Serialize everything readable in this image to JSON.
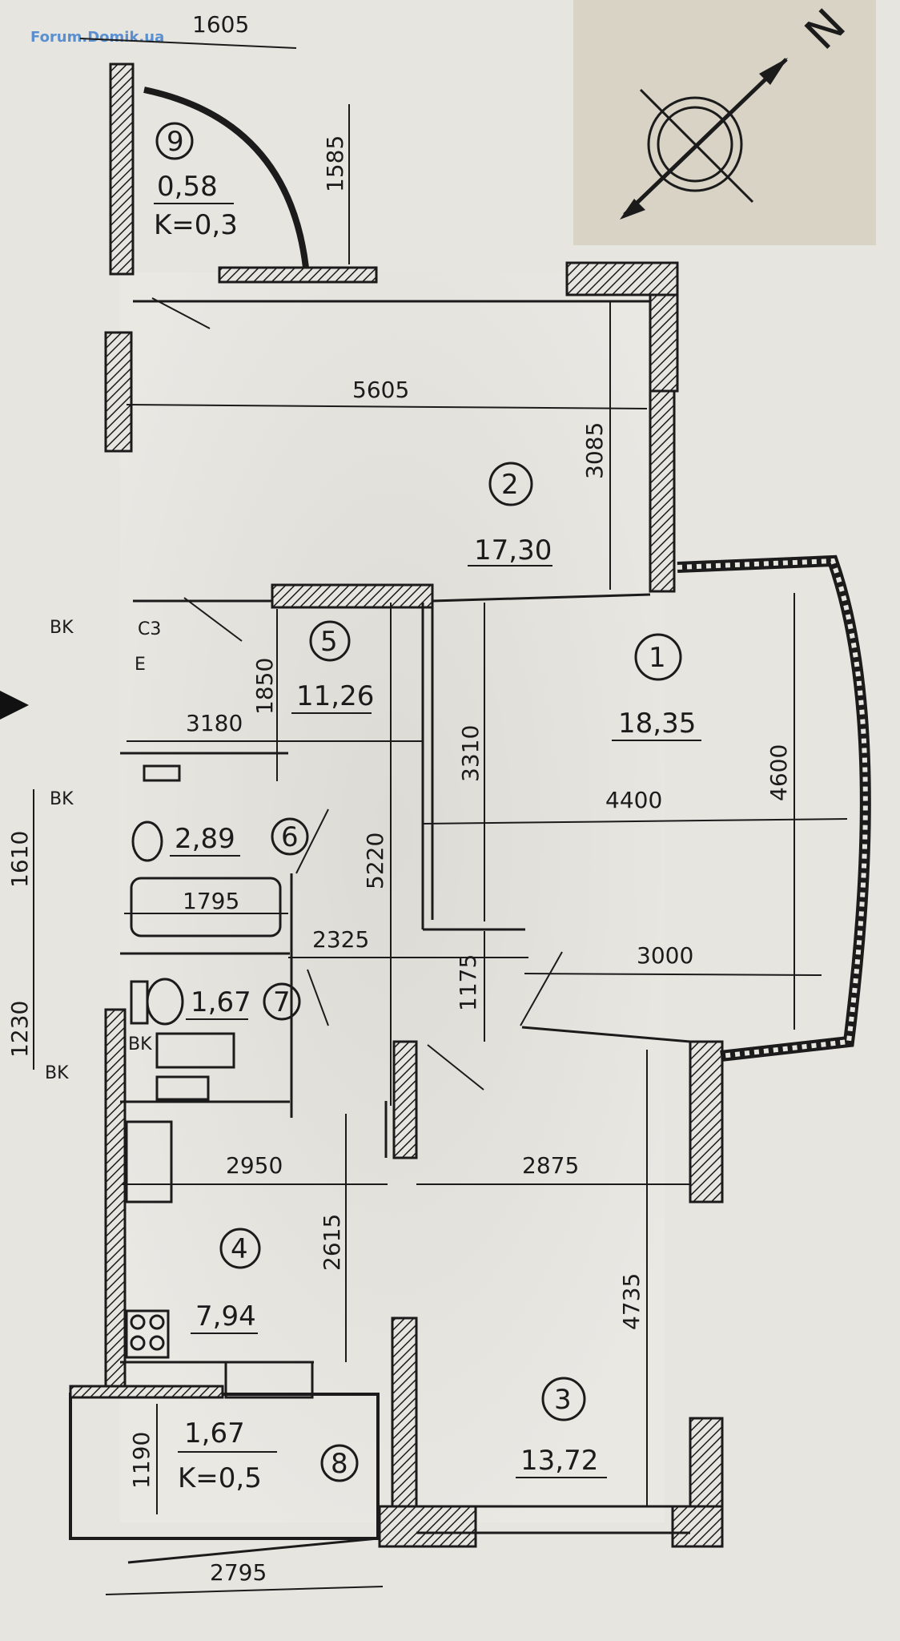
{
  "watermark": "Forum.Domik.ua",
  "compass": {
    "label": "N"
  },
  "rooms": [
    {
      "number": "1",
      "area": "18,35"
    },
    {
      "number": "2",
      "area": "17,30"
    },
    {
      "number": "3",
      "area": "13,72"
    },
    {
      "number": "4",
      "area": "7,94"
    },
    {
      "number": "5",
      "area": "11,26"
    },
    {
      "number": "6",
      "area": "2,89"
    },
    {
      "number": "7",
      "area": "1,67"
    },
    {
      "number": "8",
      "area": "1,67",
      "coef": "K=0,5"
    },
    {
      "number": "9",
      "area": "0,58",
      "coef": "K=0,3"
    }
  ],
  "dimensions": {
    "top_1605": "1605",
    "v_1585": "1585",
    "h_5605": "5605",
    "v_3085": "3085",
    "h_3180": "3180",
    "v_1850": "1850",
    "v_3310": "3310",
    "h_4400": "4400",
    "v_4600": "4600",
    "v_5220": "5220",
    "h_1795": "1795",
    "h_2325": "2325",
    "h_3000": "3000",
    "v_1175": "1175",
    "v_1610": "1610",
    "v_1230": "1230",
    "h_2950": "2950",
    "h_2875": "2875",
    "v_2615": "2615",
    "v_4735": "4735",
    "v_1190": "1190",
    "h_2795": "2795"
  },
  "tags": {
    "vk1": "BK",
    "vk2": "BK",
    "vk3": "BK",
    "vk4": "BK",
    "sz": "C3",
    "e": "E"
  }
}
